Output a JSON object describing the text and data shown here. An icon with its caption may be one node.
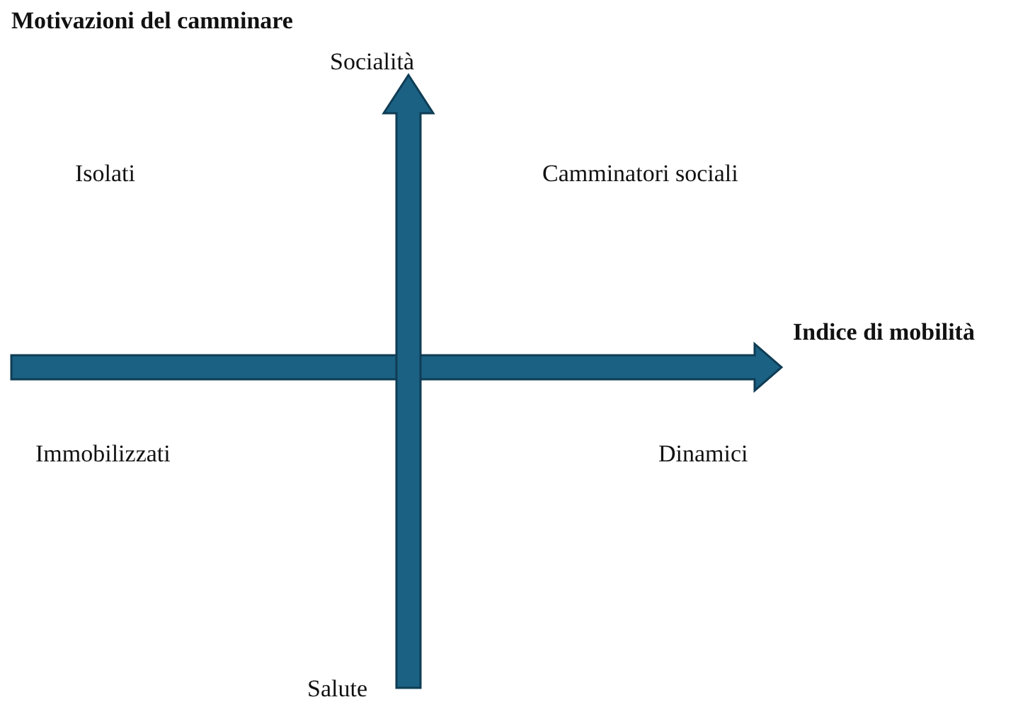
{
  "diagram": {
    "labels": [
      "Motivazioni del camminare",
      "Socialità",
      "Isolati",
      "Camminatori sociali",
      "Indice di mobilità",
      "Immobilizzati",
      "Dinamici",
      "Salute"
    ]
  }
}
